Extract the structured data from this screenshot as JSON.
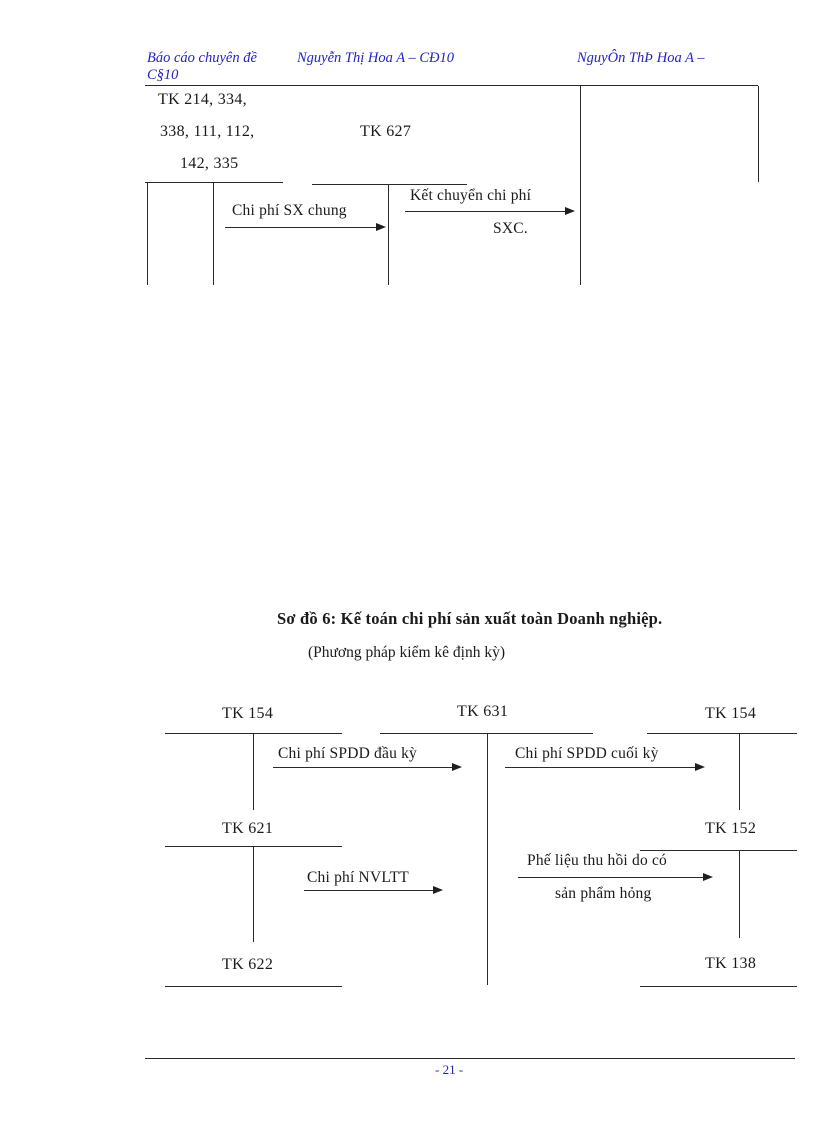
{
  "page": {
    "header": {
      "left": "Báo cáo chuyên đề",
      "center": "Nguyễn Thị Hoa A – CĐ10",
      "right_line1": "NguyÔn ThÞ Hoa A –",
      "right_line2": "C§10"
    },
    "footer": {
      "page_number": "- 21 -"
    },
    "colors": {
      "accent_blue": "#2323c0",
      "ink": "#1a1a1a"
    }
  },
  "diagram_top": {
    "account_left_lines": [
      "TK 214, 334,",
      "338, 111, 112,",
      "142, 335"
    ],
    "account_627_label": "TK 627",
    "arrow_sx_chung_label": "Chi phí SX chung",
    "arrow_ket_chuyen_line1": "Kết chuyển chi phí",
    "arrow_ket_chuyen_line2": "SXC."
  },
  "section_title": {
    "title": "Sơ đồ 6: Kế toán chi phí sản xuất toàn Doanh nghiệp.",
    "subtitle": "(Phương pháp kiểm kê định kỳ)"
  },
  "diagram_bottom": {
    "tk154_left_label": "TK 154",
    "tk631_label": "TK 631",
    "tk154_right_label": "TK 154",
    "tk621_label": "TK 621",
    "tk152_label": "TK 152",
    "tk622_label": "TK 622",
    "tk138_label": "TK 138",
    "arrow_spdd_dau_ky_label": "Chi phí SPDD đầu kỳ",
    "arrow_spdd_cuoi_ky_label": "Chi phí SPDD cuối kỳ",
    "arrow_nvltt_label": "Chi phí NVLTT",
    "arrow_phe_lieu_line1": "Phế liệu  thu hồi do có",
    "arrow_phe_lieu_line2": "sản phẩm hỏng"
  }
}
